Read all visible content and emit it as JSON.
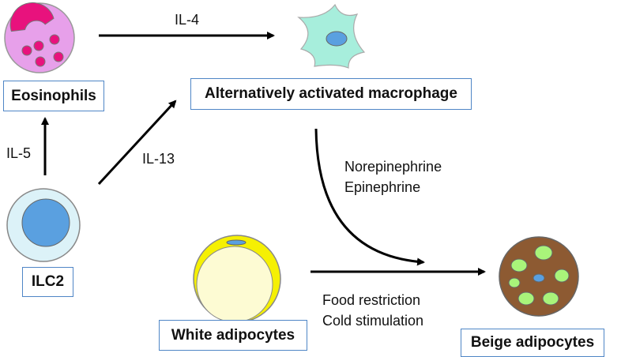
{
  "cells": {
    "eosinophils": "Eosinophils",
    "macrophage": "Alternatively activated macrophage",
    "ilc2": "ILC2",
    "white_adipocytes": "White adipocytes",
    "beige_adipocytes": "Beige adipocytes"
  },
  "signals": {
    "il4": "IL-4",
    "il5": "IL-5",
    "il13": "IL-13",
    "norepinephrine": "Norepinephrine",
    "epinephrine": "Epinephrine"
  },
  "stimuli": {
    "food_restriction": "Food restriction",
    "cold_stimulation": "Cold stimulation"
  },
  "colors": {
    "box_border": "#4f86c6",
    "eosinophil_body": "#e7a0ea",
    "eosinophil_granules": "#e8127d",
    "macrophage_body": "#a7eedc",
    "nucleus": "#5aa0e0",
    "ilc2_body": "#dcf2f8",
    "white_adipocyte_rim": "#f5f003",
    "white_adipocyte_lipid": "#fdfbd3",
    "beige_adipocyte_body": "#8d5a32",
    "beige_lipid_droplets": "#a9f47a"
  }
}
